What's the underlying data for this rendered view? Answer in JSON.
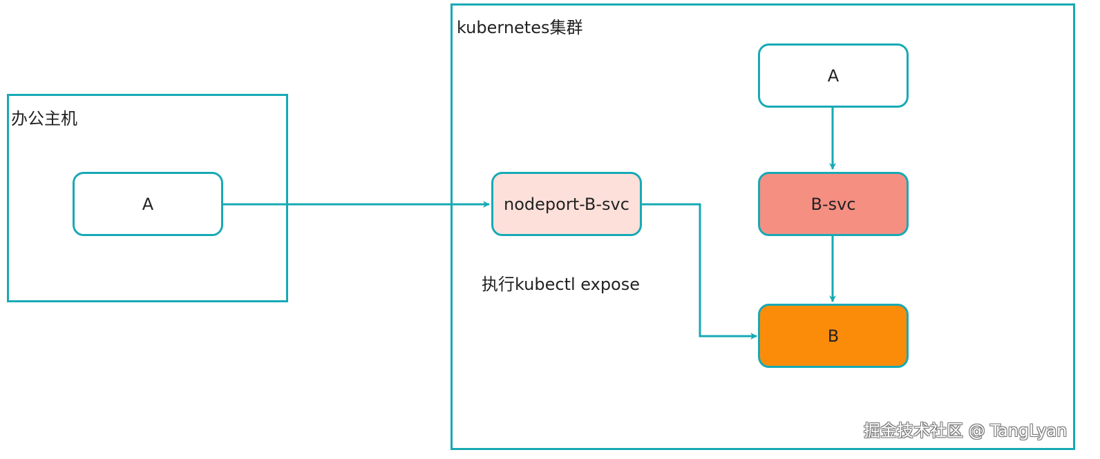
{
  "colors": {
    "accent": "#16a9b5",
    "node_default_fill": "#ffffff",
    "nodeport_fill": "#fde0da",
    "bsvc_fill": "#f58f82",
    "b_fill": "#fb8c0a"
  },
  "groups": {
    "office_host": {
      "label": "办公主机"
    },
    "k8s_cluster": {
      "label": "kubernetes集群"
    }
  },
  "nodes": {
    "office_a": {
      "label": "A"
    },
    "nodeport_svc": {
      "label": "nodeport-B-svc"
    },
    "cluster_a": {
      "label": "A"
    },
    "b_svc": {
      "label": "B-svc"
    },
    "b": {
      "label": "B"
    }
  },
  "edges": [
    {
      "from": "office_a",
      "to": "nodeport_svc"
    },
    {
      "from": "nodeport_svc",
      "to": "b"
    },
    {
      "from": "cluster_a",
      "to": "b_svc"
    },
    {
      "from": "b_svc",
      "to": "b"
    }
  ],
  "annotation": {
    "text": "执行kubectl expose"
  },
  "watermark": {
    "text": "掘金技术社区 @ TangLyan"
  }
}
